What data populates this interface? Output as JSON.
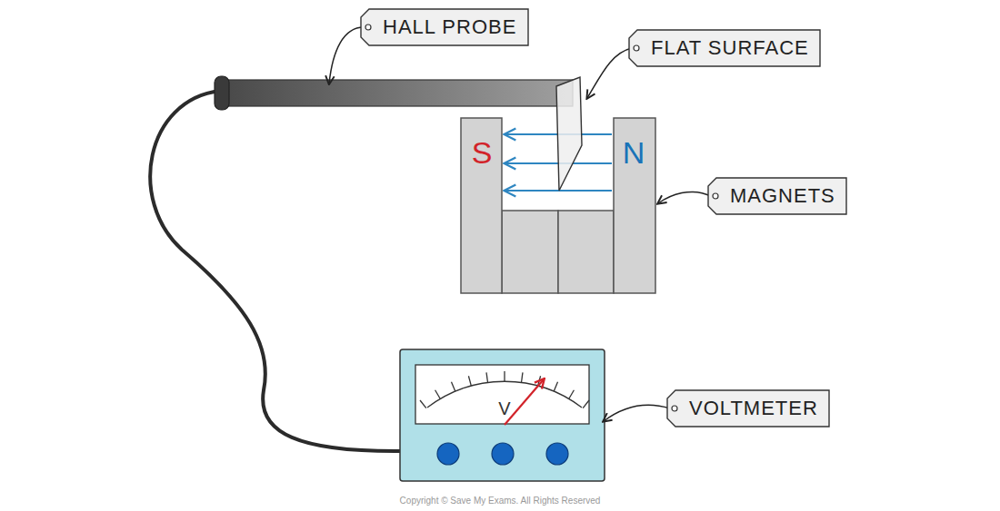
{
  "diagram": {
    "nodes": [
      {
        "text": [
          "HALL PROBE"
        ]
      },
      {
        "text": [
          "FLAT SURFACE"
        ]
      },
      {
        "text": [
          "MAGNETS"
        ]
      },
      {
        "text": [
          "VOLTMETER"
        ]
      }
    ],
    "labels": [
      "S",
      "N",
      "V",
      "Copyright © Save My Exams. All Rights Reserved"
    ]
  }
}
